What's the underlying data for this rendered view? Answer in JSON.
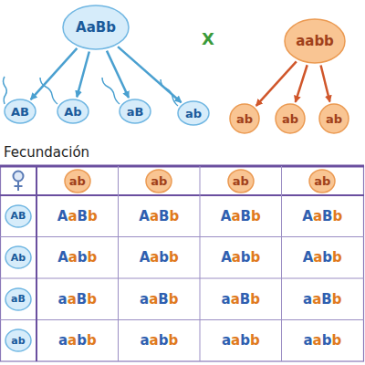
{
  "diagram": {
    "nodes": [
      {
        "text": [
          "AaBb"
        ]
      },
      {
        "text": [
          "aabb"
        ]
      },
      {
        "text": [
          "AB"
        ]
      },
      {
        "text": [
          "Ab"
        ]
      },
      {
        "text": [
          "aB"
        ]
      },
      {
        "text": [
          "ab"
        ]
      },
      {
        "text": [
          "ab"
        ]
      },
      {
        "text": [
          "ab"
        ]
      },
      {
        "text": [
          "ab"
        ]
      },
      {
        "text": [
          "ab"
        ]
      },
      {
        "text": [
          "ab"
        ]
      },
      {
        "text": [
          "ab"
        ]
      },
      {
        "text": [
          "ab"
        ]
      },
      {
        "text": [
          "AB"
        ]
      },
      {
        "text": [
          "Ab"
        ]
      },
      {
        "text": [
          "aB"
        ]
      },
      {
        "text": [
          "ab"
        ]
      }
    ],
    "edges": [
      {
        "from": 0,
        "to": 2,
        "arrow": "to"
      },
      {
        "from": 0,
        "to": 3,
        "arrow": "to"
      },
      {
        "from": 0,
        "to": 4,
        "arrow": "to"
      },
      {
        "from": 0,
        "to": 5,
        "arrow": "to"
      },
      {
        "from": 1,
        "to": 6,
        "arrow": "to"
      },
      {
        "from": 1,
        "to": 7,
        "arrow": "to"
      },
      {
        "from": 1,
        "to": 8,
        "arrow": "to"
      }
    ],
    "labels": [
      "X",
      "Fecundación",
      "AaBb",
      "AaBb",
      "AaBb",
      "AaBb",
      "Aabb",
      "Aabb",
      "Aabb",
      "Aabb",
      "aaBb",
      "aaBb",
      "aaBb",
      "aaBb",
      "aabb",
      "aabb",
      "aabb",
      "aabb"
    ]
  }
}
